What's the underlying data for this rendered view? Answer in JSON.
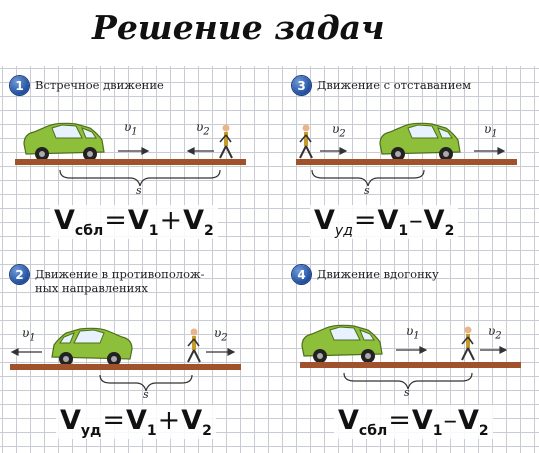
{
  "page_title": "Решение задач",
  "panels": [
    {
      "num": "1",
      "heading": "Встречное движение",
      "v_car": "1",
      "v_person": "2",
      "s": "s",
      "formula": {
        "v": "V",
        "sub": "сбл",
        "eq": "=",
        "a": "V",
        "a_sub": "1",
        "op": "+",
        "b": "V",
        "b_sub": "2"
      }
    },
    {
      "num": "2",
      "heading_line1": "Движение в противополож-",
      "heading_line2": "ных направлениях",
      "v_car": "1",
      "v_person": "2",
      "s": "s",
      "formula": {
        "v": "V",
        "sub": "уд",
        "eq": "=",
        "a": "V",
        "a_sub": "1",
        "op": "+",
        "b": "V",
        "b_sub": "2"
      }
    },
    {
      "num": "3",
      "heading": "Движение с отставанием",
      "v_car": "1",
      "v_person": "2",
      "s": "s",
      "formula": {
        "v": "V",
        "sub": "уд",
        "eq": "=",
        "a": "V",
        "a_sub": "1",
        "op": "–",
        "b": "V",
        "b_sub": "2"
      }
    },
    {
      "num": "4",
      "heading": "Движение вдогонку",
      "v_car": "1",
      "v_person": "2",
      "s": "s",
      "formula": {
        "v": "V",
        "sub": "сбл",
        "eq": "=",
        "a": "V",
        "a_sub": "1",
        "op": "–",
        "b": "V",
        "b_sub": "2"
      }
    }
  ],
  "colors": {
    "car": "#8dbf3a",
    "road": "#a0522d",
    "badge": "#2a5aa8"
  }
}
